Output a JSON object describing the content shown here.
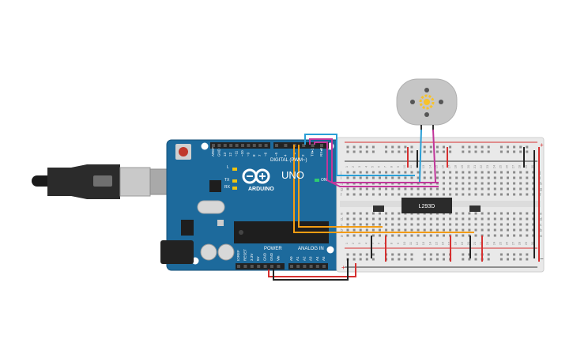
{
  "board": {
    "name": "ARDUINO",
    "model": "UNO",
    "digital_header": "DIGITAL (PWM~)",
    "power_label": "POWER",
    "analog_label": "ANALOG IN",
    "on_label": "ON",
    "l_label": "L",
    "tx_label": "TX",
    "rx_label": "RX",
    "digital_pins": [
      "AREF",
      "GND",
      "13",
      "12",
      "~11",
      "~10",
      "~9",
      "8",
      "7",
      "~6",
      "~5",
      "4",
      "~3",
      "2",
      "TX▸1",
      "RX◂0"
    ],
    "power_pins": [
      "IOREF",
      "RESET",
      "3.3V",
      "5V",
      "GND",
      "GND",
      "Vin"
    ],
    "analog_pins": [
      "A0",
      "A1",
      "A2",
      "A3",
      "A4",
      "A5"
    ]
  },
  "chip": {
    "label": "L293D"
  },
  "breadboard": {
    "column_numbers": [
      "1",
      "2",
      "3",
      "4",
      "5",
      "6",
      "7",
      "8",
      "9",
      "10",
      "11",
      "12",
      "13",
      "14",
      "15",
      "16",
      "17",
      "18",
      "19",
      "20",
      "21",
      "22",
      "23",
      "24",
      "25",
      "26",
      "27",
      "28",
      "29",
      "30"
    ],
    "row_letters_top": [
      "j",
      "i",
      "h",
      "g",
      "f"
    ],
    "row_letters_bottom": [
      "e",
      "d",
      "c",
      "b",
      "a"
    ],
    "rail_plus": "+",
    "rail_minus": "−"
  },
  "motor": {
    "icon": "gear-icon"
  },
  "colors": {
    "board_blue": "#1d6a9c",
    "wire_orange": "#f39c12",
    "wire_magenta": "#c2369a",
    "wire_blue": "#2a9fd6",
    "wire_red": "#d63030",
    "wire_black": "#222222",
    "motor_gear": "#f7c22b"
  }
}
